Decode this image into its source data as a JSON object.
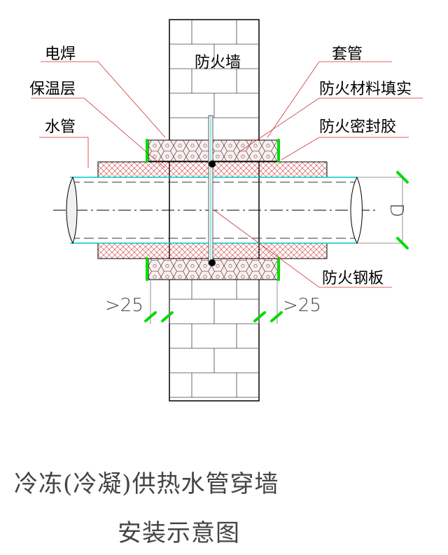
{
  "labels": {
    "wall": "防火墙",
    "weld": "电焊",
    "insulation": "保温层",
    "water_pipe": "水管",
    "sleeve": "套管",
    "fire_fill": "防火材料填实",
    "fire_sealant": "防火密封胶",
    "fire_plate": "防火钢板",
    "diameter": "D",
    "dim_left": ">25",
    "dim_right": ">25"
  },
  "title": {
    "line1": "冷冻(冷凝)供热水管穿墙",
    "line2": "安装示意图"
  },
  "colors": {
    "brick": "#000000",
    "hatch": "#cc3333",
    "leader": "#cc3333",
    "weld": "#00dd00",
    "pipe_edge": "#00c8c8",
    "centerline": "#000000"
  }
}
